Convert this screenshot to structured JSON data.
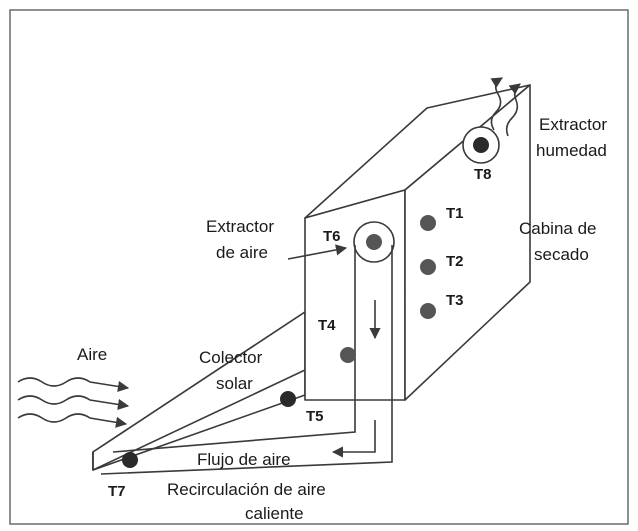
{
  "labels": {
    "extractor_humedad_1": "Extractor",
    "extractor_humedad_2": "humedad",
    "cabina_1": "Cabina de",
    "cabina_2": "secado",
    "extractor_aire_1": "Extractor",
    "extractor_aire_2": "de aire",
    "aire": "Aire",
    "colector_1": "Colector",
    "colector_2": "solar",
    "flujo": "Flujo de aire",
    "recirc_1": "Recirculación de aire",
    "recirc_2": "caliente"
  },
  "sensors": {
    "t1": "T1",
    "t2": "T2",
    "t3": "T3",
    "t4": "T4",
    "t5": "T5",
    "t6": "T6",
    "t7": "T7",
    "t8": "T8"
  },
  "colors": {
    "sensor": "#555555",
    "stroke": "#3a3a3a"
  }
}
